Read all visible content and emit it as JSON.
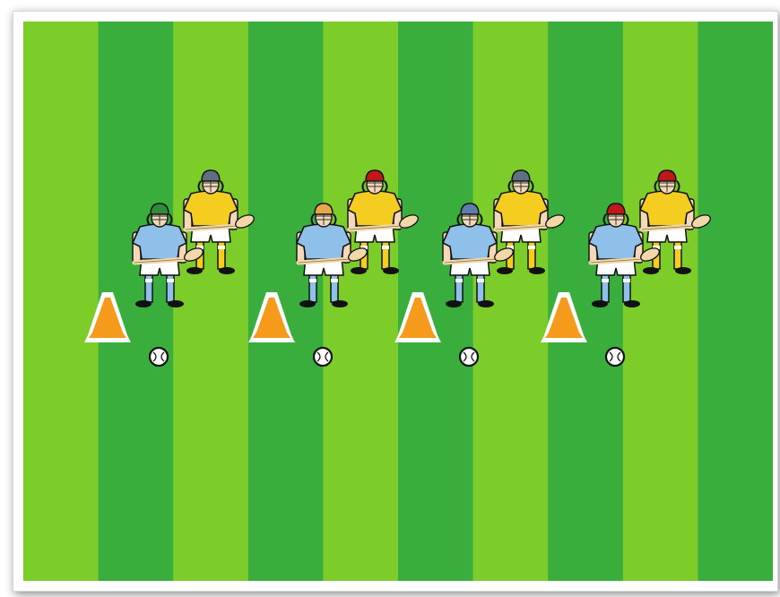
{
  "pitch": {
    "stripe_light": "#7dcd2a",
    "stripe_dark": "#3aae3c",
    "stripe_count": 10
  },
  "colors": {
    "blue_jersey": "#8fc0ea",
    "yellow_jersey": "#f5cc20",
    "shorts": "#ffffff",
    "cone": "#f59a1a",
    "hurley": "#f2d8a8",
    "skin": "#f4d8b8",
    "helmet_green": "#2e8b3a",
    "helmet_red": "#c01818",
    "helmet_grey": "#607080",
    "helmet_orange": "#e8a848",
    "helmet_blue": "#5b7fa8"
  },
  "drill": {
    "groups": [
      {
        "blue_helmet": "helmet_green",
        "yellow_helmet": "helmet_grey"
      },
      {
        "blue_helmet": "helmet_orange",
        "yellow_helmet": "helmet_red"
      },
      {
        "blue_helmet": "helmet_blue",
        "yellow_helmet": "helmet_grey"
      },
      {
        "blue_helmet": "helmet_red",
        "yellow_helmet": "helmet_red"
      }
    ],
    "icons": [
      "cone-icon",
      "sliotar-ball-icon",
      "hurler-player-icon",
      "hurley-stick-icon",
      "helmet-icon"
    ]
  }
}
